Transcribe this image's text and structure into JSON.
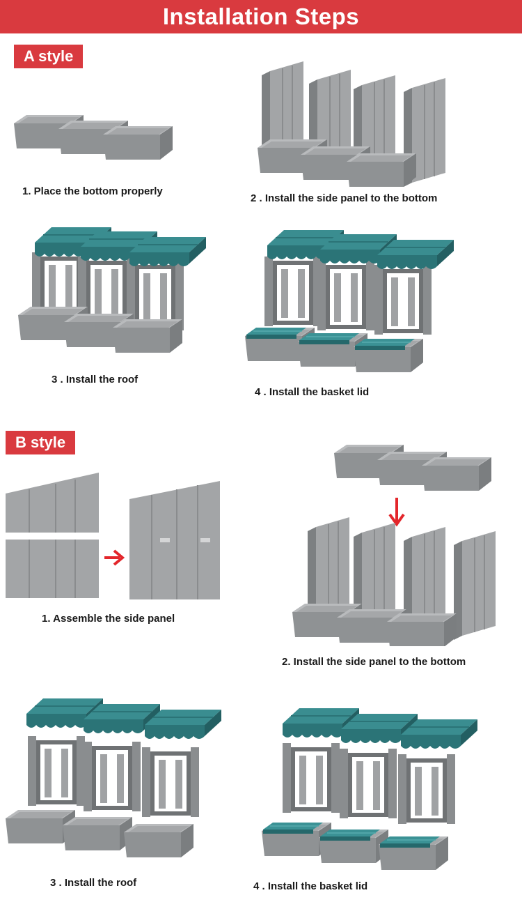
{
  "header": {
    "title": "Installation Steps"
  },
  "sections": {
    "a": {
      "label": "A style",
      "steps": [
        {
          "caption": "1. Place the bottom properly"
        },
        {
          "caption": "2 . Install the side panel to the bottom"
        },
        {
          "caption": "3 .  Install the roof"
        },
        {
          "caption": "4 .  Install the basket lid"
        }
      ]
    },
    "b": {
      "label": "B style",
      "steps": [
        {
          "caption": "1. Assemble the side panel"
        },
        {
          "caption": "2. Install the side panel to the bottom"
        },
        {
          "caption": "3 .  Install the roof"
        },
        {
          "caption": "4 .  Install the basket lid"
        }
      ]
    }
  },
  "colors": {
    "accent": "#d93a3f",
    "plastic_gray": "#9a9c9e",
    "roof_teal": "#2c7d80",
    "arrow_red": "#e3262b"
  }
}
